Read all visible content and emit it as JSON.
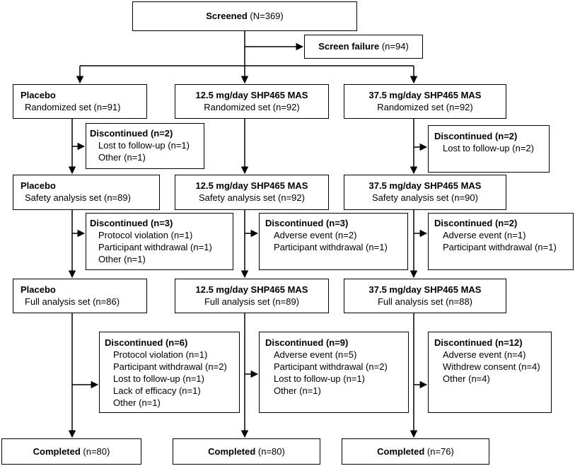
{
  "screened": {
    "label": "Screened",
    "count": " (N=369)"
  },
  "screen_failure": {
    "label": "Screen failure",
    "count": " (n=94)"
  },
  "arms": [
    {
      "randomized": {
        "title": "Placebo",
        "line": "Randomized set (n=91)"
      },
      "disc1": {
        "title": "Discontinued (n=2)",
        "items": [
          "Lost to follow-up (n=1)",
          "Other (n=1)"
        ]
      },
      "safety": {
        "title": "Placebo",
        "line": "Safety analysis set (n=89)"
      },
      "disc2": {
        "title": "Discontinued (n=3)",
        "items": [
          "Protocol violation (n=1)",
          "Participant withdrawal (n=1)",
          "Other (n=1)"
        ]
      },
      "full": {
        "title": "Placebo",
        "line": "Full analysis set (n=86)"
      },
      "disc3": {
        "title": "Discontinued (n=6)",
        "items": [
          "Protocol violation (n=1)",
          "Participant withdrawal (n=2)",
          "Lost to follow-up (n=1)",
          "Lack of efficacy (n=1)",
          "Other (n=1)"
        ]
      },
      "completed": {
        "label": "Completed",
        "count": " (n=80)"
      }
    },
    {
      "randomized": {
        "title": "12.5 mg/day SHP465 MAS",
        "line": "Randomized set (n=92)"
      },
      "safety": {
        "title": "12.5 mg/day SHP465 MAS",
        "line": "Safety analysis set (n=92)"
      },
      "disc2": {
        "title": "Discontinued (n=3)",
        "items": [
          "Adverse event (n=2)",
          "Participant withdrawal (n=1)"
        ]
      },
      "full": {
        "title": "12.5 mg/day SHP465 MAS",
        "line": "Full analysis set (n=89)"
      },
      "disc3": {
        "title": "Discontinued (n=9)",
        "items": [
          "Adverse event (n=5)",
          "Participant withdrawal (n=2)",
          "Lost to follow-up (n=1)",
          "Other (n=1)"
        ]
      },
      "completed": {
        "label": "Completed",
        "count": " (n=80)"
      }
    },
    {
      "randomized": {
        "title": "37.5 mg/day SHP465 MAS",
        "line": "Randomized set (n=92)"
      },
      "disc1": {
        "title": "Discontinued (n=2)",
        "items": [
          "Lost to follow-up (n=2)"
        ]
      },
      "safety": {
        "title": "37.5 mg/day SHP465 MAS",
        "line": "Safety analysis set (n=90)"
      },
      "disc2": {
        "title": "Discontinued (n=2)",
        "items": [
          "Adverse event (n=1)",
          "Participant withdrawal (n=1)"
        ]
      },
      "full": {
        "title": "37.5 mg/day SHP465 MAS",
        "line": "Full analysis set (n=88)"
      },
      "disc3": {
        "title": "Discontinued (n=12)",
        "items": [
          "Adverse event (n=4)",
          "Withdrew consent (n=4)",
          "Other (n=4)"
        ]
      },
      "completed": {
        "label": "Completed",
        "count": " (n=76)"
      }
    }
  ]
}
